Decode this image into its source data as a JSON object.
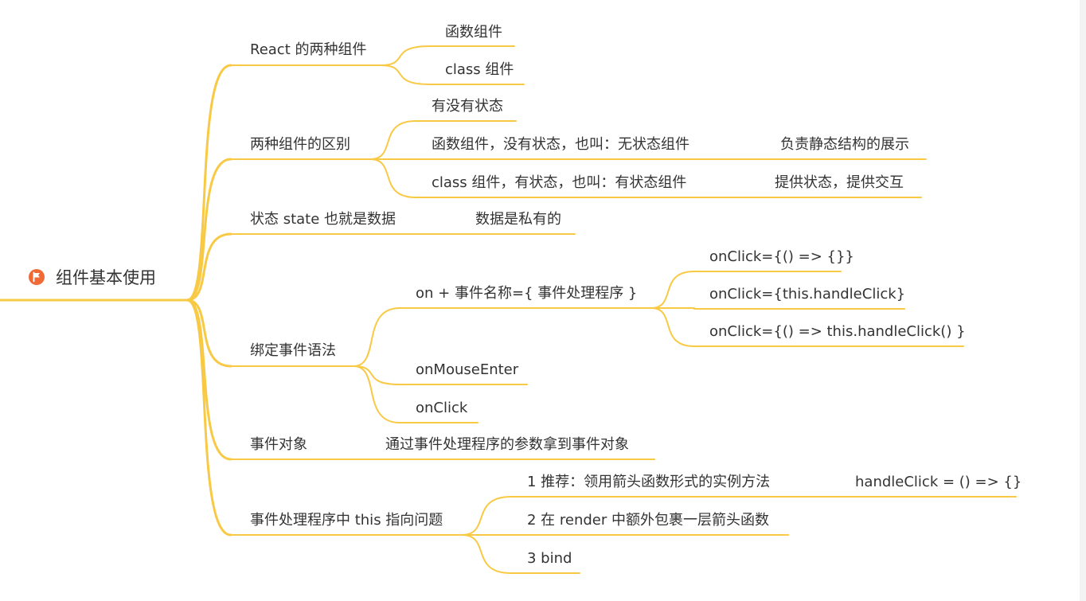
{
  "root": {
    "label": "组件基本使用",
    "icon": "flag-icon",
    "accent": "#f06a35"
  },
  "colors": {
    "branch": "#f8c944",
    "text": "#333333",
    "background": "#ffffff"
  },
  "nodes": {
    "n1": "React 的两种组件",
    "n1a": "函数组件",
    "n1b": "class 组件",
    "n2": "两种组件的区别",
    "n2a": "有没有状态",
    "n2b": "函数组件，没有状态，也叫：无状态组件",
    "n2b1": "负责静态结构的展示",
    "n2c": "class 组件，有状态，也叫：有状态组件",
    "n2c1": "提供状态，提供交互",
    "n3": "状态 state 也就是数据",
    "n3a": "数据是私有的",
    "n4": "绑定事件语法",
    "n4a": "on + 事件名称={ 事件处理程序 }",
    "n4a1": "onClick={() => {}}",
    "n4a2": "onClick={this.handleClick}",
    "n4a3": "onClick={() =>  this.handleClick() }",
    "n4b": "onMouseEnter",
    "n4c": "onClick",
    "n5": "事件对象",
    "n5a": "通过事件处理程序的参数拿到事件对象",
    "n6": "事件处理程序中 this 指向问题",
    "n6a": "1 推荐：领用箭头函数形式的实例方法",
    "n6a1": "handleClick = () => {}",
    "n6b": "2 在 render 中额外包裹一层箭头函数",
    "n6c": "3 bind"
  }
}
